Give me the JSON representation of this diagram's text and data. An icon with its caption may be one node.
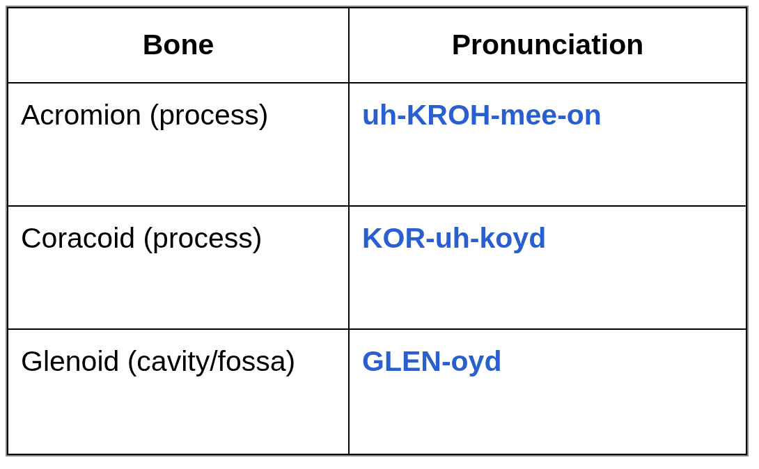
{
  "diagram": {
    "labels": [
      "Bone",
      "Pronunciation",
      "Acromion (process)",
      "uh-KROH-mee-on",
      "Coracoid (process)",
      "KOR-uh-koyd",
      "Glenoid (cavity/fossa)",
      "GLEN-oyd"
    ]
  }
}
